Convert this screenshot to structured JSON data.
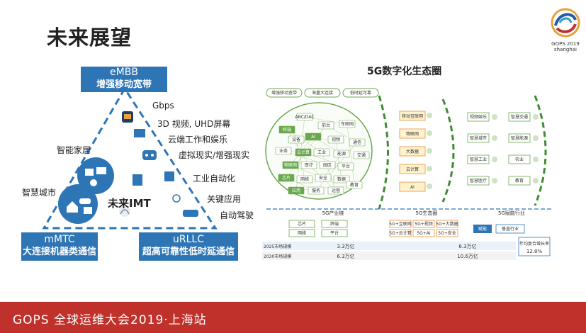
{
  "slide": {
    "title": "未来展望",
    "logo_line1": "GOPS 2019",
    "logo_line2": "shanghai",
    "footer": "GOPS 全球运维大会2019·上海站"
  },
  "left_diagram": {
    "embb_en": "eMBB",
    "embb_cn": "增强移动宽带",
    "mmtc_en": "mMTC",
    "mmtc_cn": "大连接机器类通信",
    "urllc_en": "uRLLC",
    "urllc_cn": "超高可靠性低时延通信",
    "center": "未来IMT",
    "labels": {
      "gbps": "Gbps",
      "video": "3D 视频, UHD屏幕",
      "cloud": "云端工作和娱乐",
      "vr": "虚拟现实/增强现实",
      "smart_home": "智能家居",
      "smart_city": "智慧城市",
      "industry": "工业自动化",
      "critical": "关键应用",
      "driving": "自动驾驶"
    }
  },
  "ecosystem": {
    "title": "5G数字化生态圈",
    "tags": [
      "增强移动宽带",
      "海量大连接",
      "低时延可靠"
    ],
    "nodes": [
      "ABC/DAC",
      "终端",
      "前台",
      "车联网",
      "设备",
      "AI",
      "视频",
      "通信",
      "业务",
      "云计算",
      "工业",
      "能源",
      "交通",
      "物联网",
      "医疗",
      "园区",
      "平台",
      "芯片",
      "网络",
      "安全",
      "数据",
      "应用",
      "服务",
      "运营",
      "教育"
    ],
    "tech": [
      "移动互联网",
      "物联网",
      "大数据",
      "云计算",
      "AI"
    ],
    "industries": [
      "视频娱乐",
      "智慧交通",
      "智慧城市",
      "智慧能源",
      "智慧工业",
      "农业",
      "智慧医疗",
      "教育"
    ],
    "sections": [
      "5G产业链",
      "5G生态圈",
      "5G赋能行业"
    ],
    "chain_boxes": [
      "芯片",
      "终端",
      "网络",
      "平台"
    ],
    "eco_boxes": [
      "5G+互联网",
      "5G+视频",
      "5G+大数据",
      "5G+云计算",
      "5G+AI",
      "5G+安全"
    ],
    "empower": [
      "赋能",
      "垂直行业"
    ],
    "rows": [
      {
        "label": "2025市场规模",
        "v1": "3.3万亿",
        "v2": "6.3万亿"
      },
      {
        "label": "2030市场规模",
        "v1": "6.3万亿",
        "v2": "10.6万亿"
      }
    ],
    "note_label": "年均复合增长率",
    "note_value": "12.8%"
  }
}
